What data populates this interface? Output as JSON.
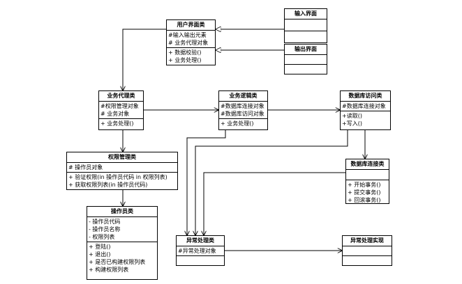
{
  "classes": {
    "user_ui": {
      "name": "用户界面类",
      "attributes": [
        "#输入输出元素",
        "# 业务代理对象"
      ],
      "operations": [
        "+ 数据校验()",
        "+ 业务处理()"
      ]
    },
    "input_ui": {
      "name": "输入界面"
    },
    "output_ui": {
      "name": "输出界面"
    },
    "biz_proxy": {
      "name": "业务代理类",
      "attributes": [
        "#权限管理对象",
        "# 业务对象"
      ],
      "operations": [
        "+ 业务处理()"
      ]
    },
    "biz_logic": {
      "name": "业务逻辑类",
      "attributes": [
        "#数据库连接对象",
        "#数据库访问对象"
      ],
      "operations": [
        "+ 业务处理()"
      ]
    },
    "db_access": {
      "name": "数据库访问类",
      "attributes": [
        "#数据库连接对象"
      ],
      "operations": [
        "+读取()",
        "+写入()"
      ]
    },
    "auth_mgr": {
      "name": "权限管理类",
      "attributes": [
        "# 操作员对象"
      ],
      "operations": [
        "+ 验证权限(in 操作员代码 in 权限列表)",
        "+ 获取权限列表(in 操作员代码)"
      ]
    },
    "db_conn": {
      "name": "数据库连接类",
      "operations": [
        "+ 开始事务()",
        "+ 提交事务()",
        "+ 回滚事务()"
      ]
    },
    "operator": {
      "name": "操作员类",
      "attributes": [
        "- 操作员代码",
        "- 操作员名称",
        "- 权限列表"
      ],
      "operations": [
        "+ 登陆()",
        "+ 退出()",
        "+ 是否已构建权限列表",
        "+ 构建权限列表"
      ]
    },
    "exception": {
      "name": "异常处理类",
      "attributes": [
        "#异常处理对象"
      ]
    },
    "exception_impl": {
      "name": "异常处理实现"
    }
  }
}
